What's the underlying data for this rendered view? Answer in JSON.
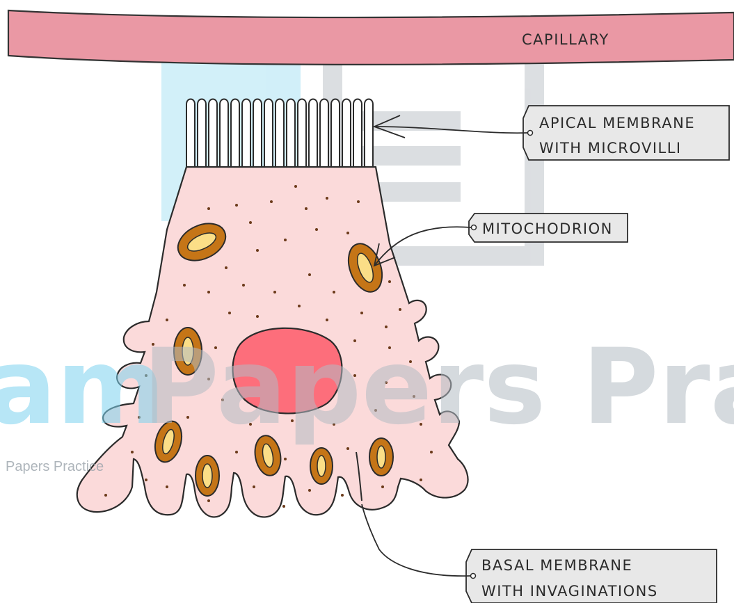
{
  "labels": {
    "capillary": "CAPILLARY",
    "apical_line1": "APICAL  MEMBRANE",
    "apical_line2": "WITH  MICROVILLI",
    "mitochondrion": "MITOCHODRION",
    "basal_line1": "BASAL  MEMBRANE",
    "basal_line2": "WITH  INVAGINATIONS"
  },
  "watermark": {
    "big_left": "am",
    "big_right": "Papers Practic",
    "small": "Papers Practice"
  },
  "colors": {
    "capillary": "#ea98a4",
    "cytoplasm": "#fbdada",
    "nucleus": "#fd6e7b",
    "mitochondrion_outer": "#c57517",
    "mitochondrion_inner": "#fbde87",
    "granule": "#6b3a1a",
    "label_box": "#e8e8e8",
    "watermark_blue": "#7dd3ef",
    "watermark_gray": "#b4bcc4"
  }
}
